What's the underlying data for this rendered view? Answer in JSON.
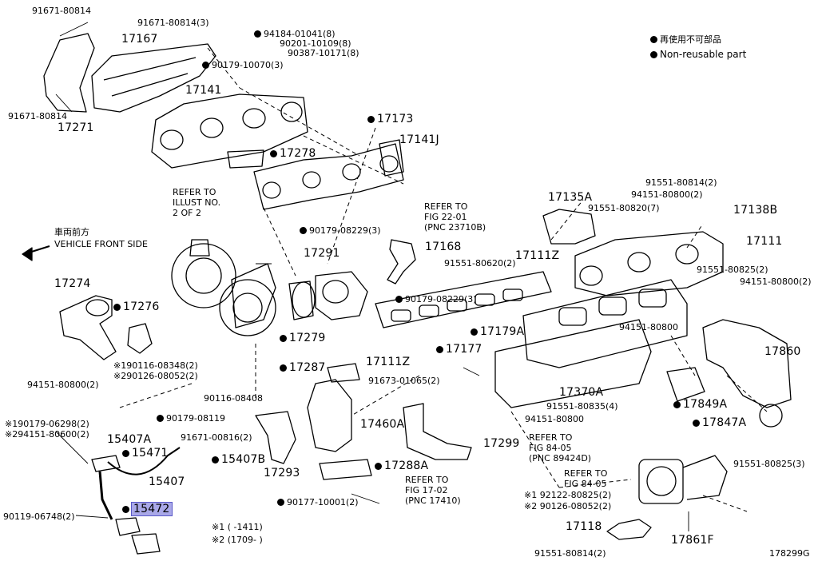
{
  "legend": {
    "reuse_jp": "再使用不可部品",
    "reuse_en": "Non-reusable part"
  },
  "vehicle_front": {
    "jp": "車両前方",
    "en": "VEHICLE FRONT SIDE"
  },
  "refs": {
    "illust": [
      "REFER TO",
      "ILLUST NO.",
      "2 OF 2"
    ],
    "fig22": [
      "REFER TO",
      "FIG 22-01",
      "(PNC 23710B)"
    ],
    "fig84a": [
      "REFER TO",
      "FIG 84-05",
      "(PNC 89424D)"
    ],
    "fig84b": [
      "REFER TO",
      "FIG 84-05"
    ],
    "fig17": [
      "REFER TO",
      "FIG 17-02",
      "(PNC 17410)"
    ]
  },
  "footnotes": {
    "n1": "※1 (     -1411)",
    "n2": "※2 (1709-      )"
  },
  "code": "178299G",
  "highlight": "15472",
  "labels": {
    "p91671_80814_top": "91671-80814",
    "p17167": "17167",
    "p91671_80814_3": "91671-80814(3)",
    "p94184": "94184-01041(8)",
    "p90201": "90201-10109(8)",
    "p90387": "90387-10171(8)",
    "p90179_10070": "90179-10070(3)",
    "p17141": "17141",
    "p91671_80814_bot": "91671-80814",
    "p17271": "17271",
    "p17173": "17173",
    "p17141J": "17141J",
    "p17278": "17278",
    "p17274": "17274",
    "p17276": "17276",
    "p94151_80800_l": "94151-80800(2)",
    "p90116_08348": "※190116-08348(2)",
    "p90126_08052": "※290126-08052(2)",
    "p90179_08229_a": "90179-08229(3)",
    "p17291": "17291",
    "p17279": "17279",
    "p17168": "17168",
    "p91551_80620": "91551-80620(2)",
    "p90179_08229_b": "90179-08229(3)",
    "p17111Z_a": "17111Z",
    "p17287": "17287",
    "p17111Z_b": "17111Z",
    "p17177": "17177",
    "p17179A": "17179A",
    "p17135A": "17135A",
    "p91551_80820": "91551-80820(7)",
    "p91551_80814_2": "91551-80814(2)",
    "p94151_80800_a": "94151-80800(2)",
    "p17138B": "17138B",
    "p17111": "17111",
    "p91551_80825_a": "91551-80825(2)",
    "p94151_80800_b": "94151-80800(2)",
    "p94151_80800_c": "94151-80800",
    "p17860": "17860",
    "p17370A": "17370A",
    "p91551_80835": "91551-80835(4)",
    "p94151_80800_d": "94151-80800",
    "p17849A": "17849A",
    "p17847A": "17847A",
    "p91673": "91673-01065(2)",
    "p90116_08408": "90116-08408",
    "p90179_08119": "90179-08119",
    "p17460A": "17460A",
    "p17299": "17299",
    "p17288A": "17288A",
    "p17293": "17293",
    "p90177": "90177-10001(2)",
    "p91671_00816": "91671-00816(2)",
    "p15407A": "15407A",
    "p15471": "15471",
    "p15407B": "15407B",
    "p15407": "15407",
    "p190179_06298": "※190179-06298(2)",
    "p294151_80600": "※294151-80600(2)",
    "p90119_06748": "90119-06748(2)",
    "p15472": "15472",
    "p92122": "※1 92122-80825(2)",
    "p90126_08052_b": "※2 90126-08052(2)",
    "p17118": "17118",
    "p91551_80814_b": "91551-80814(2)",
    "p17861F": "17861F",
    "p91551_80825_b": "91551-80825(3)"
  }
}
